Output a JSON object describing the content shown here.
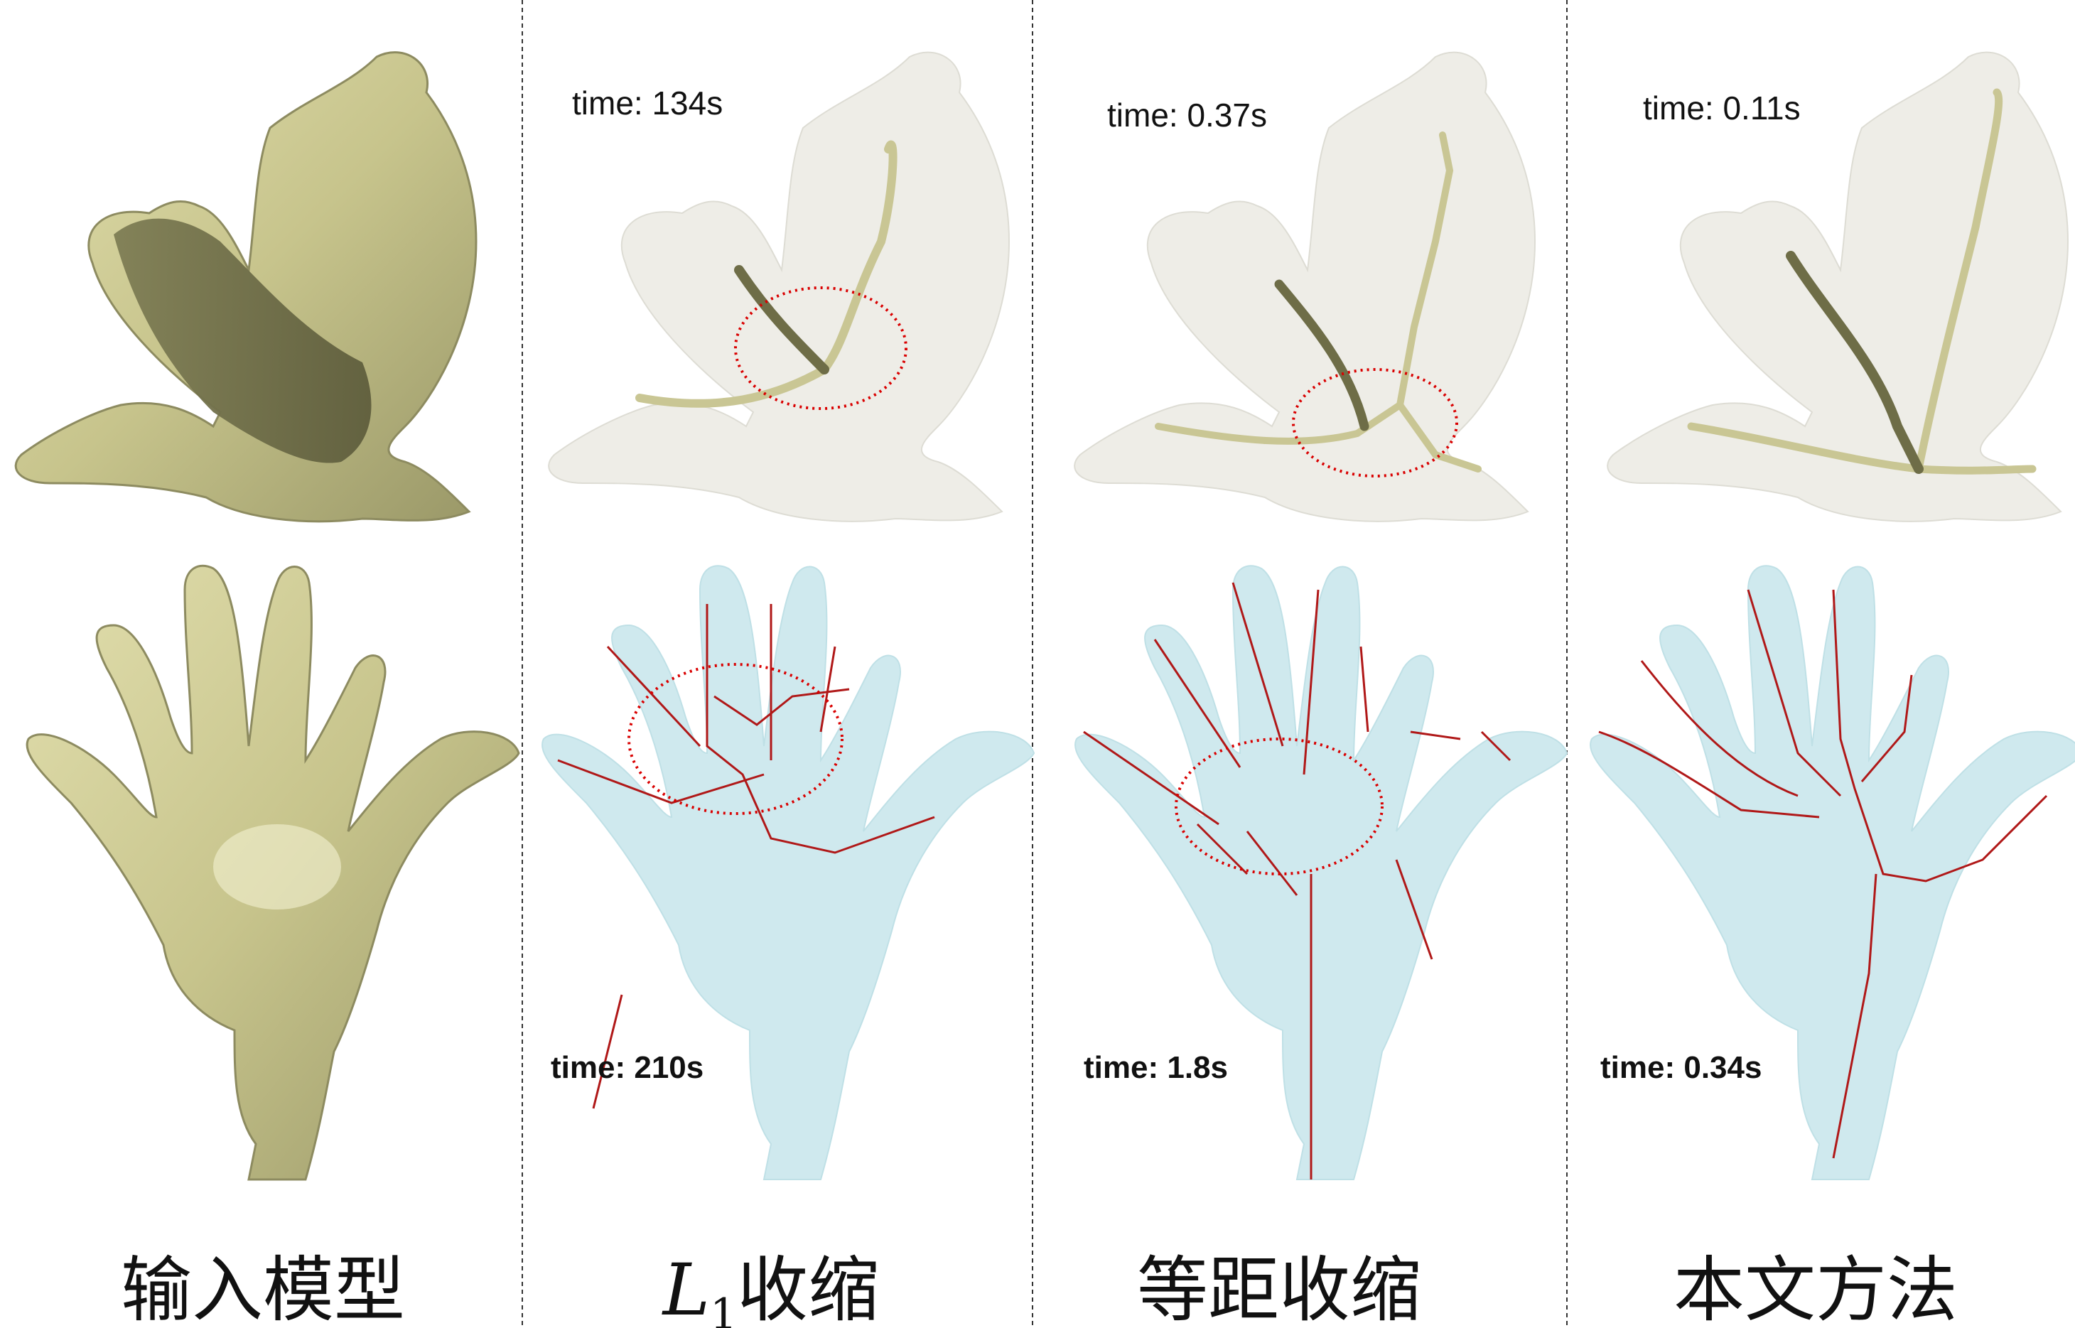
{
  "columns": [
    {
      "caption": "输入模型"
    },
    {
      "caption_prefix": "L",
      "caption_sub": "1",
      "caption_suffix": "收缩",
      "time_top": "time: 134s",
      "time_bottom": "time: 210s"
    },
    {
      "caption": "等距收缩",
      "time_top": "time: 0.37s",
      "time_bottom": "time: 1.8s"
    },
    {
      "caption": "本文方法",
      "time_top": "time: 0.11s",
      "time_bottom": "time: 0.34s"
    }
  ],
  "colors": {
    "model_fill": "#c8c58f",
    "model_dark": "#6e6d47",
    "ghost_fill": "#ecebe4",
    "hand_fill": "#cfe9ee",
    "skeleton_bird": "#c9c694",
    "skeleton_hand": "#b01818",
    "highlight": "#d90000"
  }
}
